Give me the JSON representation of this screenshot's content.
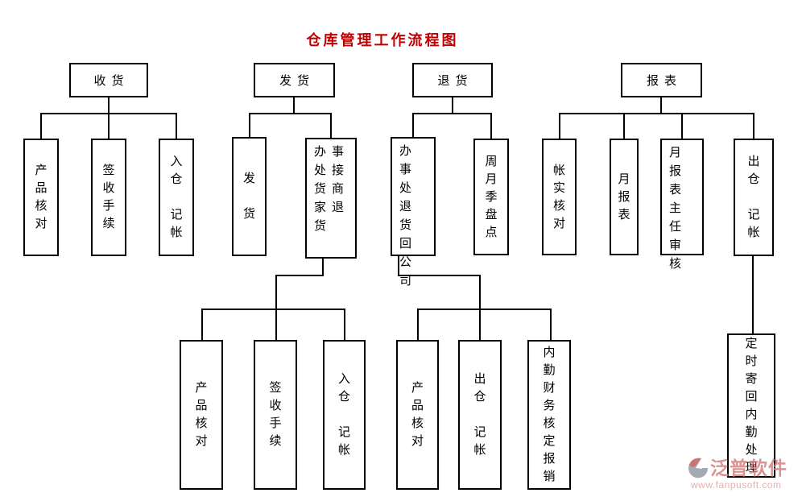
{
  "title": {
    "text": "仓库管理工作流程图",
    "color": "#c00000"
  },
  "nodes": {
    "receiving": {
      "label": "收货"
    },
    "shipping": {
      "label": "发货"
    },
    "returns": {
      "label": "退货"
    },
    "reports": {
      "label": "报表"
    },
    "product_check_1": {
      "label": "产\n品\n核\n对"
    },
    "signin_procedure_1": {
      "label": "签\n收\n手\n续"
    },
    "inbound_entry_1": {
      "label": "入\n仓\n\n记\n帐"
    },
    "ship_goods": {
      "label": "发\n\n货"
    },
    "receive_merchant_returns": {
      "label": "办事\n处接\n货商\n家退\n货"
    },
    "return_to_company": {
      "label": "办事\n处退\n货回\n公司"
    },
    "periodic_stocktake": {
      "label": "周\n月\n季\n盘\n点"
    },
    "account_actual_check": {
      "label": "帐\n实\n核\n对"
    },
    "monthly_report": {
      "label": "月\n报\n表"
    },
    "director_review": {
      "label": "月报\n表主\n任审\n核"
    },
    "outbound_entry_1": {
      "label": "出\n仓\n\n记\n帐"
    },
    "product_check_2": {
      "label": "产\n品\n核\n对"
    },
    "signin_procedure_2": {
      "label": "签\n收\n手\n续"
    },
    "inbound_entry_2": {
      "label": "入\n仓\n\n记\n帐"
    },
    "product_check_3": {
      "label": "产\n品\n核\n对"
    },
    "outbound_entry_2": {
      "label": "出\n仓\n\n记\n帐"
    },
    "finance_reimburse": {
      "label": "内\n勤\n财\n务\n核\n定\n报\n销"
    },
    "mail_back_processing": {
      "label": "定\n时\n寄\n回\n内\n勤\n处\n理"
    }
  },
  "watermark": {
    "brand": "泛普软件",
    "url": "www.fanpusoft.com",
    "logo_icon": "fanpu-swirl-logo",
    "brand_color": "#d4807f",
    "url_color": "#dfa3a3"
  },
  "colors": {
    "background": "#ffffff",
    "line": "#000000",
    "box_border": "#000000",
    "text": "#000000",
    "title": "#c00000"
  }
}
